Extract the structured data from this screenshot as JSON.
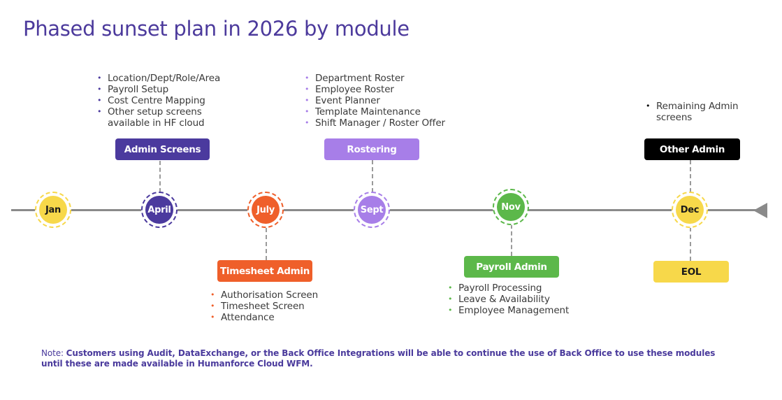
{
  "title": "Phased sunset plan in 2026 by module",
  "milestones": {
    "jan": {
      "label": "Jan"
    },
    "april": {
      "label": "April"
    },
    "july": {
      "label": "July"
    },
    "sept": {
      "label": "Sept"
    },
    "nov": {
      "label": "Nov"
    },
    "dec": {
      "label": "Dec"
    }
  },
  "modules": {
    "admin_screens": {
      "label": "Admin Screens",
      "items": [
        "Location/Dept/Role/Area",
        "Payroll Setup",
        "Cost Centre Mapping",
        "Other setup screens available  in HF cloud"
      ]
    },
    "timesheet_admin": {
      "label": "Timesheet Admin",
      "items": [
        "Authorisation Screen",
        "Timesheet Screen",
        "Attendance"
      ]
    },
    "rostering": {
      "label": "Rostering",
      "items": [
        "Department Roster",
        "Employee Roster",
        "Event Planner",
        "Template Maintenance",
        "Shift Manager / Roster Offer"
      ]
    },
    "payroll_admin": {
      "label": "Payroll Admin",
      "items": [
        "Payroll Processing",
        "Leave & Availability",
        "Employee Management"
      ]
    },
    "other_admin": {
      "label": "Other Admin",
      "items": [
        "Remaining Admin screens"
      ]
    },
    "eol": {
      "label": "EOL"
    }
  },
  "note": {
    "label": "Note: ",
    "text": "Customers using Audit, DataExchange, or the Back Office Integrations will be able to continue the use of Back Office to use these modules until these are made available in Humanforce Cloud WFM."
  },
  "colors": {
    "title": "#4c3a9c",
    "yellow": "#f7d84a",
    "indigo": "#4b3a9e",
    "orange": "#ef5f2a",
    "lavender": "#a77ee8",
    "green": "#5cb84a",
    "black": "#000000",
    "eol_yellow": "#f7d84a"
  }
}
